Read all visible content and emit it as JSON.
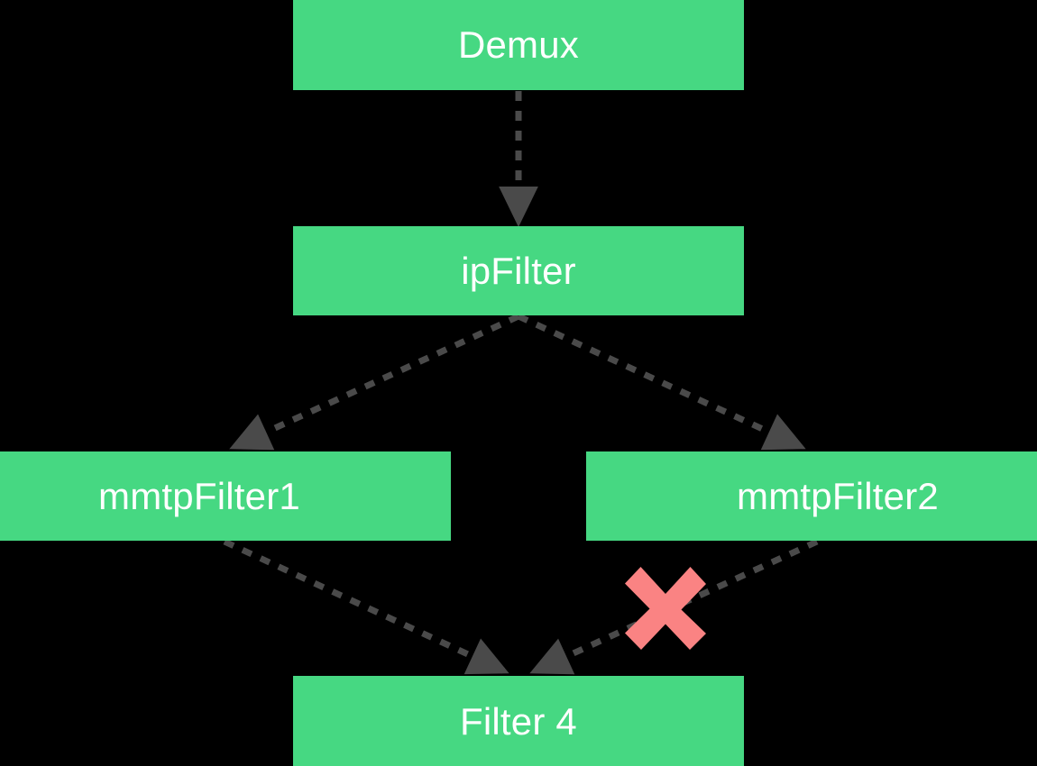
{
  "diagram": {
    "title": "",
    "background_color": "#000000",
    "node_fill_color": "#46d882",
    "node_text_color": "#ffffff",
    "edge_color": "#4a4a4a",
    "blocked_marker_color": "#fa8383",
    "nodes": [
      {
        "id": "demux",
        "label": "Demux"
      },
      {
        "id": "ipFilter",
        "label": "ipFilter"
      },
      {
        "id": "mmtpFilter1",
        "label": "mmtpFilter1"
      },
      {
        "id": "mmtpFilter2",
        "label": "mmtpFilter2"
      },
      {
        "id": "filter4",
        "label": "Filter 4"
      }
    ],
    "edges": [
      {
        "from": "demux",
        "to": "ipFilter",
        "style": "dashed",
        "blocked": false
      },
      {
        "from": "ipFilter",
        "to": "mmtpFilter1",
        "style": "dashed",
        "blocked": false
      },
      {
        "from": "ipFilter",
        "to": "mmtpFilter2",
        "style": "dashed",
        "blocked": false
      },
      {
        "from": "mmtpFilter1",
        "to": "filter4",
        "style": "dashed",
        "blocked": false
      },
      {
        "from": "mmtpFilter2",
        "to": "filter4",
        "style": "dashed",
        "blocked": true
      }
    ],
    "markers": [
      {
        "id": "blocked-x",
        "type": "cross",
        "on_edge": "mmtpFilter2->filter4",
        "label": ""
      }
    ]
  }
}
